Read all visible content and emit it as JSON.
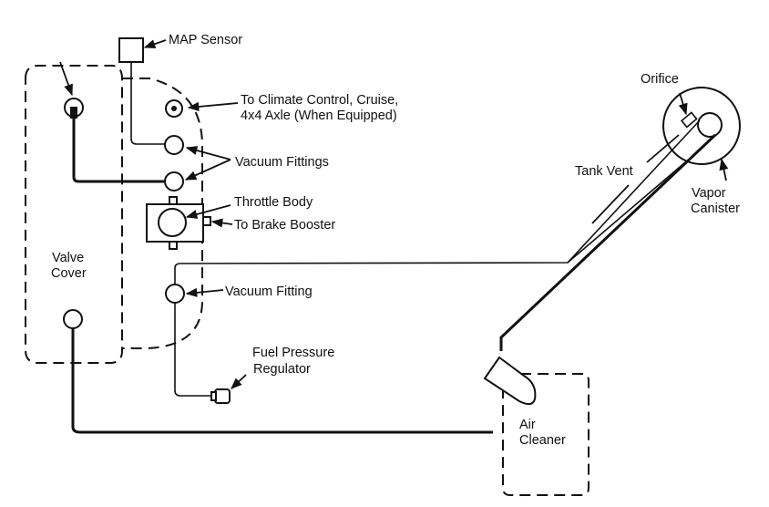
{
  "diagram": {
    "title": "Vacuum Hose Routing",
    "labels": {
      "map_sensor": "MAP Sensor",
      "climate_line1": "To Climate Control, Cruise,",
      "climate_line2": "4x4 Axle (When Equipped)",
      "vacuum_fittings": "Vacuum Fittings",
      "throttle_body": "Throttle Body",
      "brake_booster": "To Brake Booster",
      "valve_cover_line1": "Valve",
      "valve_cover_line2": "Cover",
      "vacuum_fitting": "Vacuum Fitting",
      "fuel_pressure_line1": "Fuel Pressure",
      "fuel_pressure_line2": "Regulator",
      "orifice": "Orifice",
      "tank_vent": "Tank Vent",
      "vapor_canister_line1": "Vapor",
      "vapor_canister_line2": "Canister",
      "air_cleaner_line1": "Air",
      "air_cleaner_line2": "Cleaner"
    }
  }
}
